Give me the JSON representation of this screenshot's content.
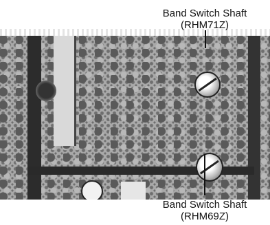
{
  "labels": {
    "top": {
      "title": "Band Switch Shaft",
      "part": "(RHM71Z)"
    },
    "bottom": {
      "title": "Band Switch Shaft",
      "part": "(RHM69Z)"
    }
  }
}
